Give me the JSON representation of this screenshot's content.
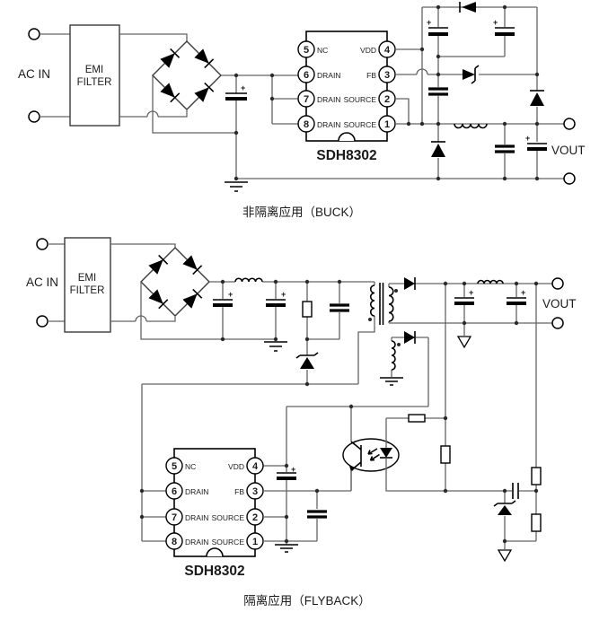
{
  "labels": {
    "ac_in": "AC IN",
    "emi_line1": "EMI",
    "emi_line2": "FILTER",
    "vout": "VOUT",
    "plus": "+"
  },
  "chip": {
    "name": "SDH8302",
    "pins_left": [
      {
        "num": "5",
        "label": "NC"
      },
      {
        "num": "6",
        "label": "DRAIN"
      },
      {
        "num": "7",
        "label": "DRAIN"
      },
      {
        "num": "8",
        "label": "DRAIN"
      }
    ],
    "pins_right": [
      {
        "num": "4",
        "label": "VDD"
      },
      {
        "num": "3",
        "label": "FB"
      },
      {
        "num": "2",
        "label": "SOURCE"
      },
      {
        "num": "1",
        "label": "SOURCE"
      }
    ]
  },
  "captions": {
    "buck": "非隔离应用（BUCK）",
    "flyback": "隔离应用（FLYBACK）"
  },
  "colors": {
    "background": "#ffffff",
    "wire": "#646464",
    "component": "#000000",
    "text": "#1a1a1a"
  }
}
